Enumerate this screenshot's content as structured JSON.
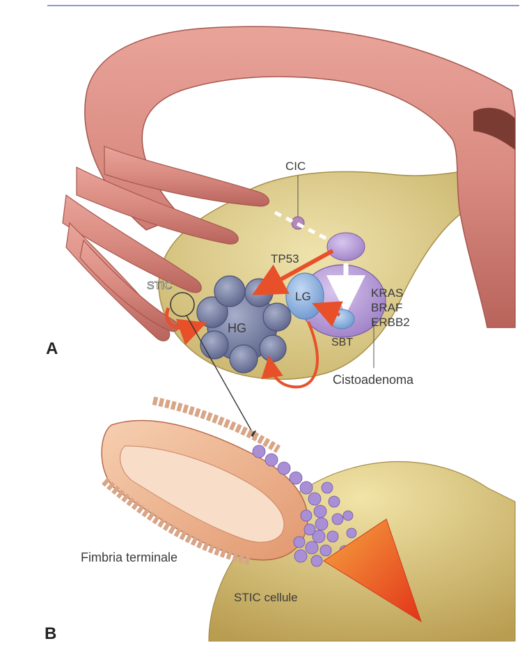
{
  "panels": {
    "a": "A",
    "b": "B"
  },
  "labels": {
    "cic": "CIC",
    "tp53": "TP53",
    "stic": "STIC",
    "hg": "HG",
    "lg": "LG",
    "sbt": "SBT",
    "kras": "KRAS",
    "braf": "BRAF",
    "erbb2": "ERBB2",
    "cistoadenoma": "Cistoadenoma",
    "fimbria_terminale": "Fimbria terminale",
    "stic_cellule": "STIC cellule"
  },
  "colors": {
    "tube": "#d98a80",
    "tube_dark": "#b8645c",
    "ovary": "#d9c98a",
    "hg": "#7b83a8",
    "lg": "#8fb4e0",
    "cyst": "#b79ad6",
    "arrow_red": "#e8502a",
    "stic_cells": "#a98fd6"
  }
}
